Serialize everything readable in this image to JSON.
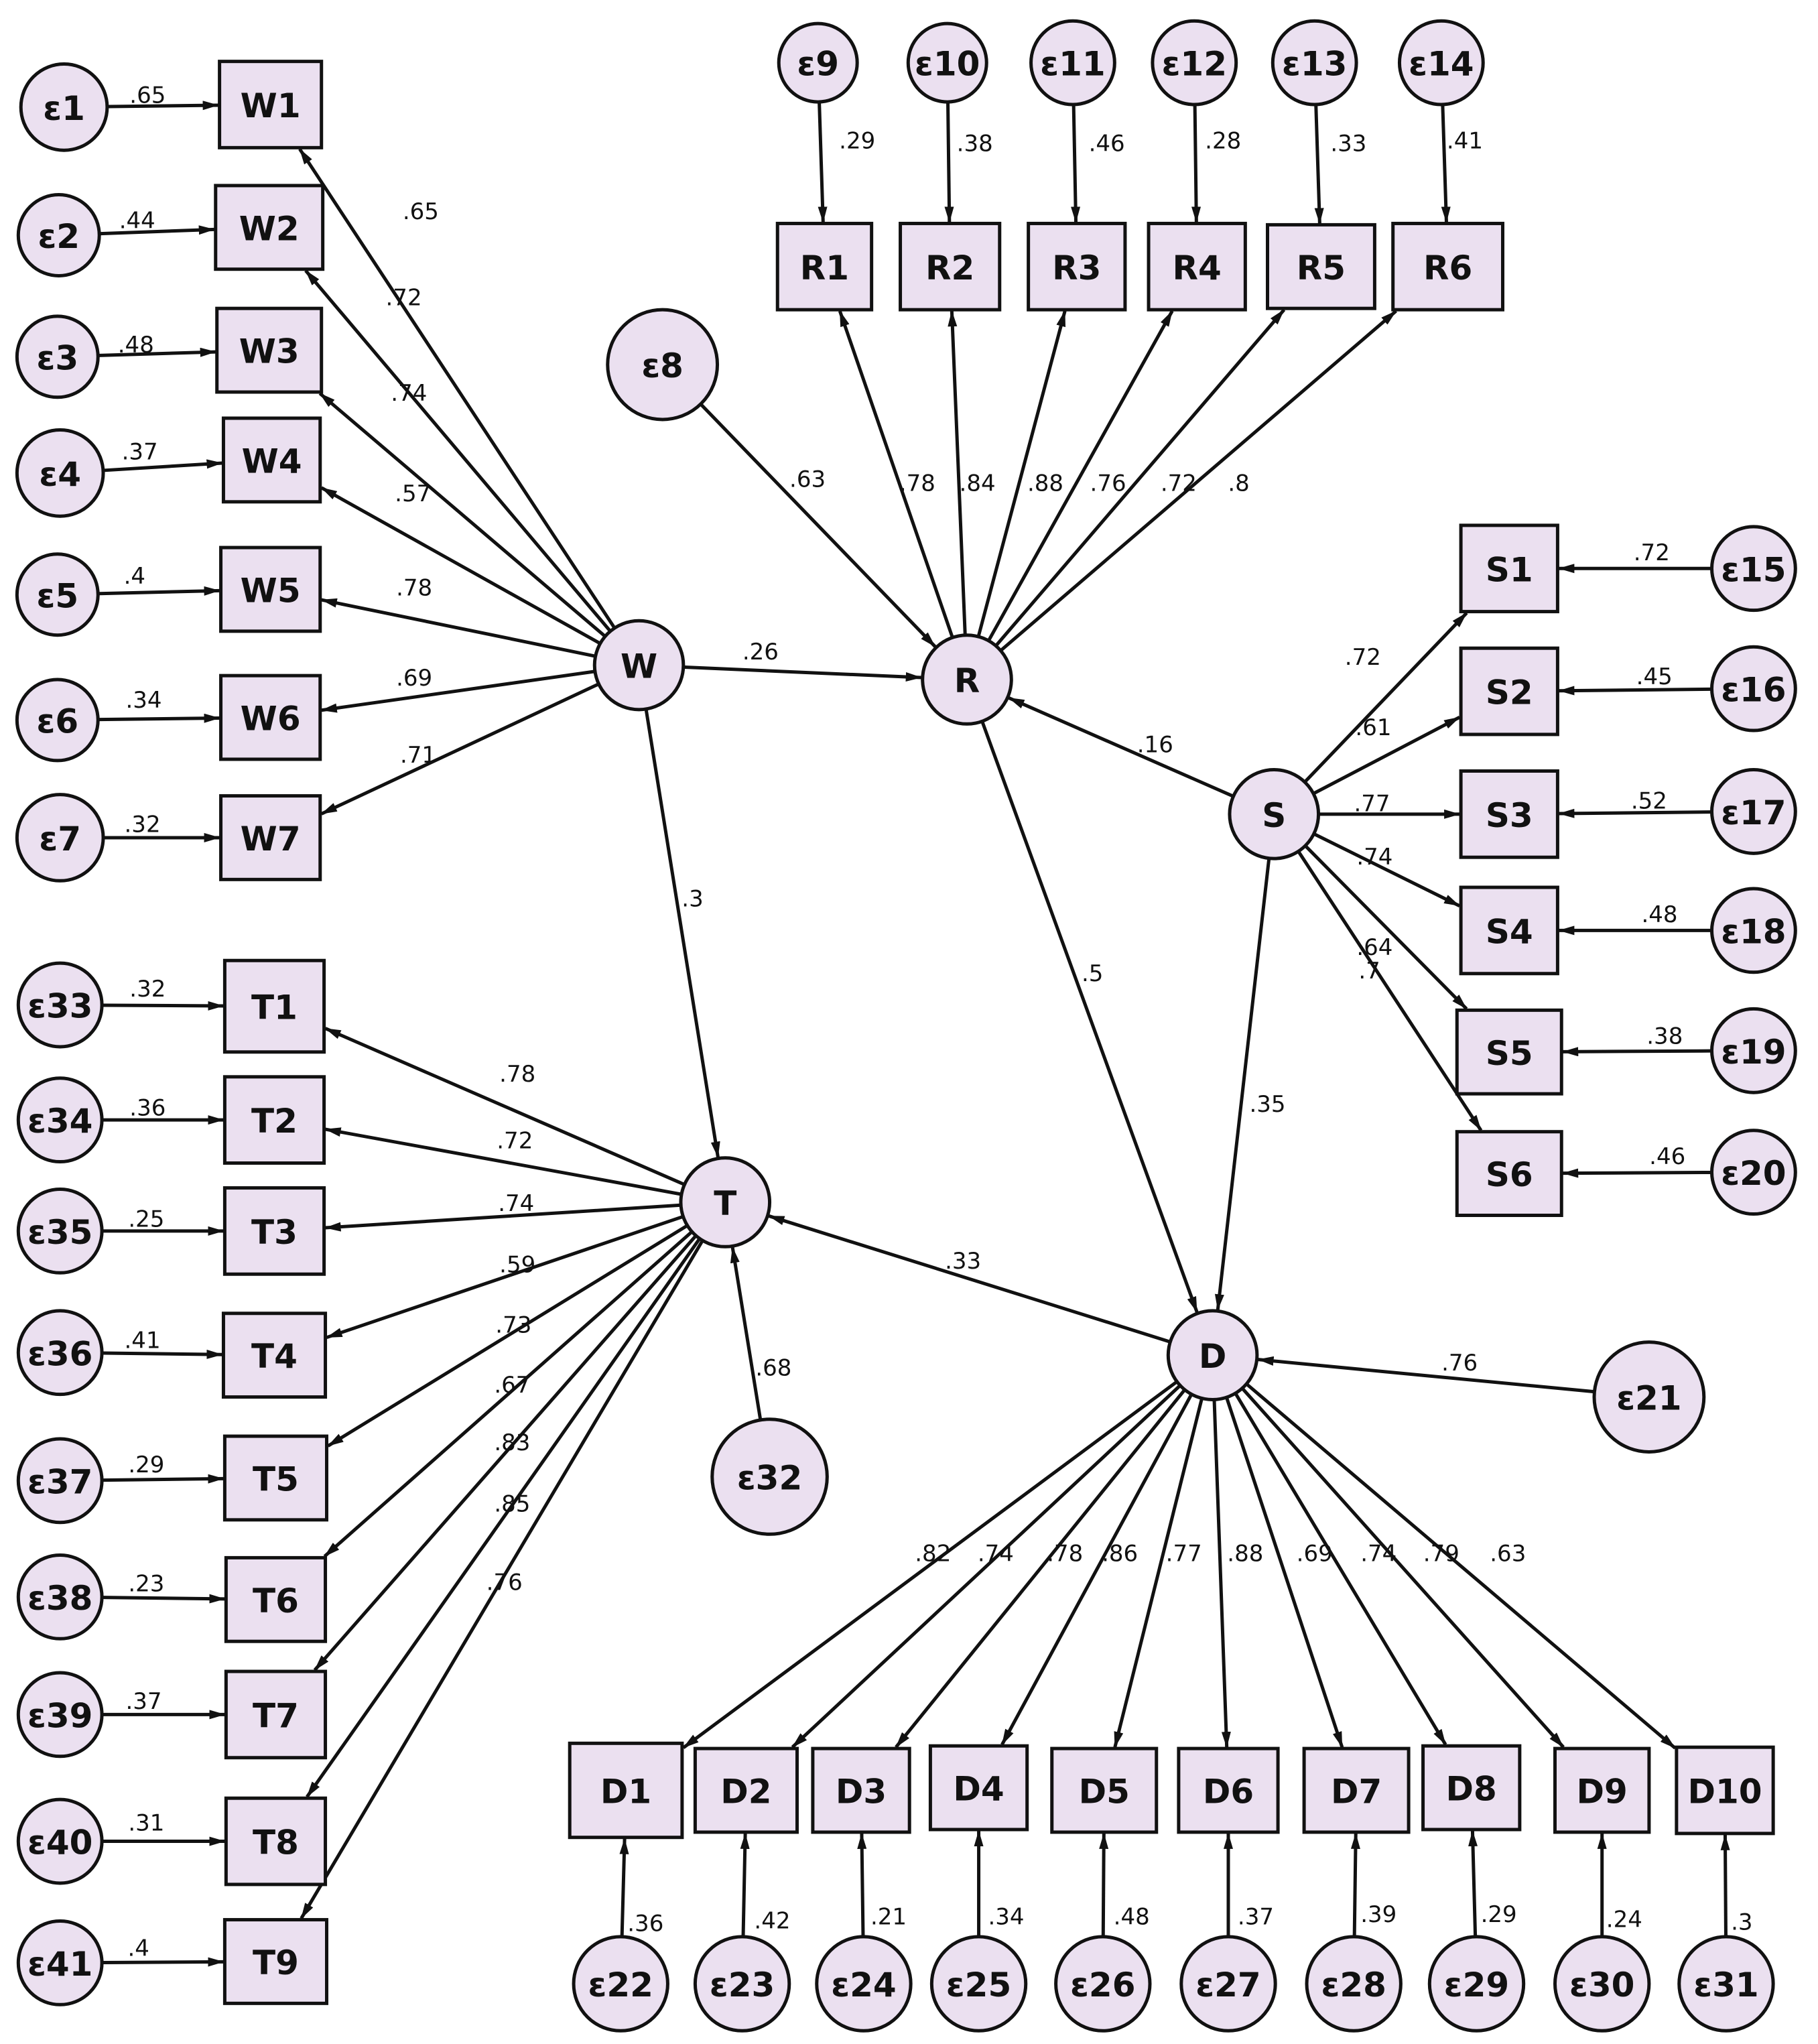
{
  "diagram": {
    "colors": {
      "node_fill": "#ebe0f0",
      "stroke": "#111111",
      "background": "#ffffff"
    },
    "nodes": [
      {
        "id": "W",
        "label": "W",
        "shape": "circle"
      },
      {
        "id": "R",
        "label": "R",
        "shape": "circle"
      },
      {
        "id": "S",
        "label": "S",
        "shape": "circle"
      },
      {
        "id": "T",
        "label": "T",
        "shape": "circle"
      },
      {
        "id": "D",
        "label": "D",
        "shape": "circle"
      },
      {
        "id": "W1",
        "label": "W1",
        "shape": "box"
      },
      {
        "id": "W2",
        "label": "W2",
        "shape": "box"
      },
      {
        "id": "W3",
        "label": "W3",
        "shape": "box"
      },
      {
        "id": "W4",
        "label": "W4",
        "shape": "box"
      },
      {
        "id": "W5",
        "label": "W5",
        "shape": "box"
      },
      {
        "id": "W6",
        "label": "W6",
        "shape": "box"
      },
      {
        "id": "W7",
        "label": "W7",
        "shape": "box"
      },
      {
        "id": "R1",
        "label": "R1",
        "shape": "box"
      },
      {
        "id": "R2",
        "label": "R2",
        "shape": "box"
      },
      {
        "id": "R3",
        "label": "R3",
        "shape": "box"
      },
      {
        "id": "R4",
        "label": "R4",
        "shape": "box"
      },
      {
        "id": "R5",
        "label": "R5",
        "shape": "box"
      },
      {
        "id": "R6",
        "label": "R6",
        "shape": "box"
      },
      {
        "id": "S1",
        "label": "S1",
        "shape": "box"
      },
      {
        "id": "S2",
        "label": "S2",
        "shape": "box"
      },
      {
        "id": "S3",
        "label": "S3",
        "shape": "box"
      },
      {
        "id": "S4",
        "label": "S4",
        "shape": "box"
      },
      {
        "id": "S5",
        "label": "S5",
        "shape": "box"
      },
      {
        "id": "S6",
        "label": "S6",
        "shape": "box"
      },
      {
        "id": "T1",
        "label": "T1",
        "shape": "box"
      },
      {
        "id": "T2",
        "label": "T2",
        "shape": "box"
      },
      {
        "id": "T3",
        "label": "T3",
        "shape": "box"
      },
      {
        "id": "T4",
        "label": "T4",
        "shape": "box"
      },
      {
        "id": "T5",
        "label": "T5",
        "shape": "box"
      },
      {
        "id": "T6",
        "label": "T6",
        "shape": "box"
      },
      {
        "id": "T7",
        "label": "T7",
        "shape": "box"
      },
      {
        "id": "T8",
        "label": "T8",
        "shape": "box"
      },
      {
        "id": "T9",
        "label": "T9",
        "shape": "box"
      },
      {
        "id": "D1",
        "label": "D1",
        "shape": "box"
      },
      {
        "id": "D2",
        "label": "D2",
        "shape": "box"
      },
      {
        "id": "D3",
        "label": "D3",
        "shape": "box"
      },
      {
        "id": "D4",
        "label": "D4",
        "shape": "box"
      },
      {
        "id": "D5",
        "label": "D5",
        "shape": "box"
      },
      {
        "id": "D6",
        "label": "D6",
        "shape": "box"
      },
      {
        "id": "D7",
        "label": "D7",
        "shape": "box"
      },
      {
        "id": "D8",
        "label": "D8",
        "shape": "box"
      },
      {
        "id": "D9",
        "label": "D9",
        "shape": "box"
      },
      {
        "id": "D10",
        "label": "D10",
        "shape": "box"
      },
      {
        "id": "e1",
        "label": "ε1",
        "shape": "circle"
      },
      {
        "id": "e2",
        "label": "ε2",
        "shape": "circle"
      },
      {
        "id": "e3",
        "label": "ε3",
        "shape": "circle"
      },
      {
        "id": "e4",
        "label": "ε4",
        "shape": "circle"
      },
      {
        "id": "e5",
        "label": "ε5",
        "shape": "circle"
      },
      {
        "id": "e6",
        "label": "ε6",
        "shape": "circle"
      },
      {
        "id": "e7",
        "label": "ε7",
        "shape": "circle"
      },
      {
        "id": "e8",
        "label": "ε8",
        "shape": "circle"
      },
      {
        "id": "e9",
        "label": "ε9",
        "shape": "circle"
      },
      {
        "id": "e10",
        "label": "ε10",
        "shape": "circle"
      },
      {
        "id": "e11",
        "label": "ε11",
        "shape": "circle"
      },
      {
        "id": "e12",
        "label": "ε12",
        "shape": "circle"
      },
      {
        "id": "e13",
        "label": "ε13",
        "shape": "circle"
      },
      {
        "id": "e14",
        "label": "ε14",
        "shape": "circle"
      },
      {
        "id": "e15",
        "label": "ε15",
        "shape": "circle"
      },
      {
        "id": "e16",
        "label": "ε16",
        "shape": "circle"
      },
      {
        "id": "e17",
        "label": "ε17",
        "shape": "circle"
      },
      {
        "id": "e18",
        "label": "ε18",
        "shape": "circle"
      },
      {
        "id": "e19",
        "label": "ε19",
        "shape": "circle"
      },
      {
        "id": "e20",
        "label": "ε20",
        "shape": "circle"
      },
      {
        "id": "e21",
        "label": "ε21",
        "shape": "circle"
      },
      {
        "id": "e22",
        "label": "ε22",
        "shape": "circle"
      },
      {
        "id": "e23",
        "label": "ε23",
        "shape": "circle"
      },
      {
        "id": "e24",
        "label": "ε24",
        "shape": "circle"
      },
      {
        "id": "e25",
        "label": "ε25",
        "shape": "circle"
      },
      {
        "id": "e26",
        "label": "ε26",
        "shape": "circle"
      },
      {
        "id": "e27",
        "label": "ε27",
        "shape": "circle"
      },
      {
        "id": "e28",
        "label": "ε28",
        "shape": "circle"
      },
      {
        "id": "e29",
        "label": "ε29",
        "shape": "circle"
      },
      {
        "id": "e30",
        "label": "ε30",
        "shape": "circle"
      },
      {
        "id": "e31",
        "label": "ε31",
        "shape": "circle"
      },
      {
        "id": "e32",
        "label": "ε32",
        "shape": "circle"
      },
      {
        "id": "e33",
        "label": "ε33",
        "shape": "circle"
      },
      {
        "id": "e34",
        "label": "ε34",
        "shape": "circle"
      },
      {
        "id": "e35",
        "label": "ε35",
        "shape": "circle"
      },
      {
        "id": "e36",
        "label": "ε36",
        "shape": "circle"
      },
      {
        "id": "e37",
        "label": "ε37",
        "shape": "circle"
      },
      {
        "id": "e38",
        "label": "ε38",
        "shape": "circle"
      },
      {
        "id": "e39",
        "label": "ε39",
        "shape": "circle"
      },
      {
        "id": "e40",
        "label": "ε40",
        "shape": "circle"
      },
      {
        "id": "e41",
        "label": "ε41",
        "shape": "circle"
      }
    ],
    "edges": [
      {
        "from": "W",
        "to": "W1",
        "label": ".65"
      },
      {
        "from": "W",
        "to": "W2",
        "label": ".72"
      },
      {
        "from": "W",
        "to": "W3",
        "label": ".74"
      },
      {
        "from": "W",
        "to": "W4",
        "label": ".57"
      },
      {
        "from": "W",
        "to": "W5",
        "label": ".78"
      },
      {
        "from": "W",
        "to": "W6",
        "label": ".69"
      },
      {
        "from": "W",
        "to": "W7",
        "label": ".71"
      },
      {
        "from": "e1",
        "to": "W1",
        "label": ".65"
      },
      {
        "from": "e2",
        "to": "W2",
        "label": ".44"
      },
      {
        "from": "e3",
        "to": "W3",
        "label": ".48"
      },
      {
        "from": "e4",
        "to": "W4",
        "label": ".37"
      },
      {
        "from": "e5",
        "to": "W5",
        "label": ".4"
      },
      {
        "from": "e6",
        "to": "W6",
        "label": ".34"
      },
      {
        "from": "e7",
        "to": "W7",
        "label": ".32"
      },
      {
        "from": "W",
        "to": "R",
        "label": ".26"
      },
      {
        "from": "W",
        "to": "T",
        "label": ".3"
      },
      {
        "from": "e8",
        "to": "R",
        "label": ".63"
      },
      {
        "from": "R",
        "to": "R1",
        "label": ".78"
      },
      {
        "from": "R",
        "to": "R2",
        "label": ".84"
      },
      {
        "from": "R",
        "to": "R3",
        "label": ".88"
      },
      {
        "from": "R",
        "to": "R4",
        "label": ".76"
      },
      {
        "from": "R",
        "to": "R5",
        "label": ".72"
      },
      {
        "from": "R",
        "to": "R6",
        "label": ".8"
      },
      {
        "from": "e9",
        "to": "R1",
        "label": ".29"
      },
      {
        "from": "e10",
        "to": "R2",
        "label": ".38"
      },
      {
        "from": "e11",
        "to": "R3",
        "label": ".46"
      },
      {
        "from": "e12",
        "to": "R4",
        "label": ".28"
      },
      {
        "from": "e13",
        "to": "R5",
        "label": ".33"
      },
      {
        "from": "e14",
        "to": "R6",
        "label": ".41"
      },
      {
        "from": "S",
        "to": "R",
        "label": ".16"
      },
      {
        "from": "S",
        "to": "S1",
        "label": ".72"
      },
      {
        "from": "S",
        "to": "S2",
        "label": ".61"
      },
      {
        "from": "S",
        "to": "S3",
        "label": ".77"
      },
      {
        "from": "S",
        "to": "S4",
        "label": ".74"
      },
      {
        "from": "S",
        "to": "S5",
        "label": ".64"
      },
      {
        "from": "S",
        "to": "S6",
        "label": ".7"
      },
      {
        "from": "e15",
        "to": "S1",
        "label": ".72"
      },
      {
        "from": "e16",
        "to": "S2",
        "label": ".45"
      },
      {
        "from": "e17",
        "to": "S3",
        "label": ".52"
      },
      {
        "from": "e18",
        "to": "S4",
        "label": ".48"
      },
      {
        "from": "e19",
        "to": "S5",
        "label": ".38"
      },
      {
        "from": "e20",
        "to": "S6",
        "label": ".46"
      },
      {
        "from": "R",
        "to": "D",
        "label": ".5"
      },
      {
        "from": "S",
        "to": "D",
        "label": ".35"
      },
      {
        "from": "D",
        "to": "T",
        "label": ".33"
      },
      {
        "from": "e21",
        "to": "D",
        "label": ".76"
      },
      {
        "from": "e32",
        "to": "T",
        "label": ".68"
      },
      {
        "from": "T",
        "to": "T1",
        "label": ".78"
      },
      {
        "from": "T",
        "to": "T2",
        "label": ".72"
      },
      {
        "from": "T",
        "to": "T3",
        "label": ".74"
      },
      {
        "from": "T",
        "to": "T4",
        "label": ".59"
      },
      {
        "from": "T",
        "to": "T5",
        "label": ".73"
      },
      {
        "from": "T",
        "to": "T6",
        "label": ".67"
      },
      {
        "from": "T",
        "to": "T7",
        "label": ".83"
      },
      {
        "from": "T",
        "to": "T8",
        "label": ".85"
      },
      {
        "from": "T",
        "to": "T9",
        "label": ".76"
      },
      {
        "from": "e33",
        "to": "T1",
        "label": ".32"
      },
      {
        "from": "e34",
        "to": "T2",
        "label": ".36"
      },
      {
        "from": "e35",
        "to": "T3",
        "label": ".25"
      },
      {
        "from": "e36",
        "to": "T4",
        "label": ".41"
      },
      {
        "from": "e37",
        "to": "T5",
        "label": ".29"
      },
      {
        "from": "e38",
        "to": "T6",
        "label": ".23"
      },
      {
        "from": "e39",
        "to": "T7",
        "label": ".37"
      },
      {
        "from": "e40",
        "to": "T8",
        "label": ".31"
      },
      {
        "from": "e41",
        "to": "T9",
        "label": ".4"
      },
      {
        "from": "D",
        "to": "D1",
        "label": ".82"
      },
      {
        "from": "D",
        "to": "D2",
        "label": ".74"
      },
      {
        "from": "D",
        "to": "D3",
        "label": ".78"
      },
      {
        "from": "D",
        "to": "D4",
        "label": ".86"
      },
      {
        "from": "D",
        "to": "D5",
        "label": ".77"
      },
      {
        "from": "D",
        "to": "D6",
        "label": ".88"
      },
      {
        "from": "D",
        "to": "D7",
        "label": ".69"
      },
      {
        "from": "D",
        "to": "D8",
        "label": ".74"
      },
      {
        "from": "D",
        "to": "D9",
        "label": ".79"
      },
      {
        "from": "D",
        "to": "D10",
        "label": ".63"
      },
      {
        "from": "e22",
        "to": "D1",
        "label": ".36"
      },
      {
        "from": "e23",
        "to": "D2",
        "label": ".42"
      },
      {
        "from": "e24",
        "to": "D3",
        "label": ".21"
      },
      {
        "from": "e25",
        "to": "D4",
        "label": ".34"
      },
      {
        "from": "e26",
        "to": "D5",
        "label": ".48"
      },
      {
        "from": "e27",
        "to": "D6",
        "label": ".37"
      },
      {
        "from": "e28",
        "to": "D7",
        "label": ".39"
      },
      {
        "from": "e29",
        "to": "D8",
        "label": ".29"
      },
      {
        "from": "e30",
        "to": "D9",
        "label": ".24"
      },
      {
        "from": "e31",
        "to": "D10",
        "label": ".3"
      }
    ]
  }
}
